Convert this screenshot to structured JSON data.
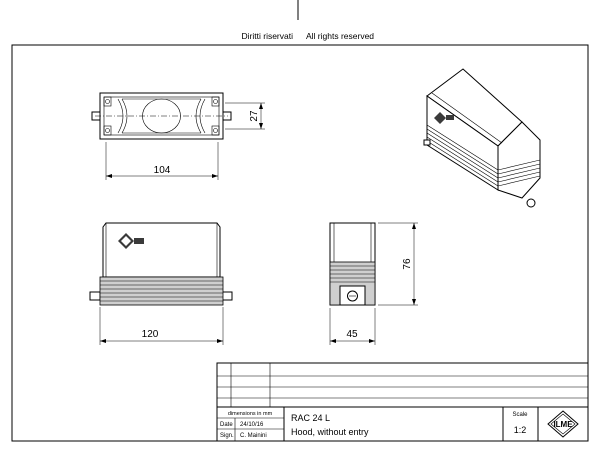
{
  "header": {
    "rights_it": "Diritti riservati",
    "rights_en": "All rights reserved"
  },
  "dimensions": {
    "top_width": "104",
    "top_height": "27",
    "front_width": "120",
    "side_width": "45",
    "side_height": "76"
  },
  "title_block": {
    "units_note": "dimensions in mm",
    "date_label": "Date",
    "date_value": "24/10/16",
    "sign_label": "Sign.",
    "sign_value": "C. Mainini",
    "part_code": "RAC 24 L",
    "part_desc": "Hood, without entry",
    "scale_label": "Scale",
    "scale_value": "1:2",
    "logo_text": "ILME"
  }
}
